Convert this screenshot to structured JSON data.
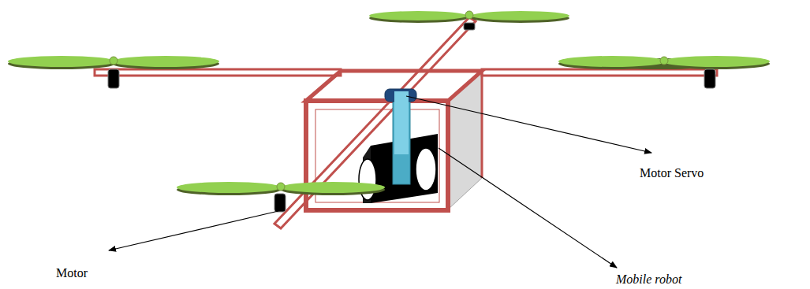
{
  "diagram": {
    "labels": [
      "Motor Servo",
      "Motor",
      "Mobile robot"
    ]
  }
}
